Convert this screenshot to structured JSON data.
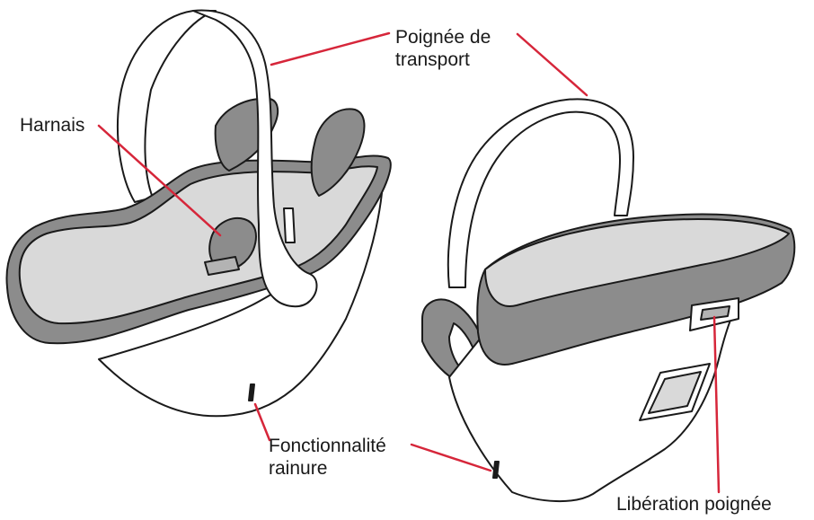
{
  "labels": {
    "carry_handle": {
      "line1": "Poignée de",
      "line2": "transport"
    },
    "harness": "Harnais",
    "groove_feature": {
      "line1": "Fonctionnalité",
      "line2": "rainure"
    },
    "handle_release": "Libération poignée"
  },
  "colors": {
    "leader_line": "#d6263a",
    "outline": "#1a1a1a",
    "shell_fill": "#ffffff",
    "padding_dark": "#8c8c8c",
    "padding_light": "#d9d9d9",
    "padding_mid": "#b3b3b3"
  }
}
